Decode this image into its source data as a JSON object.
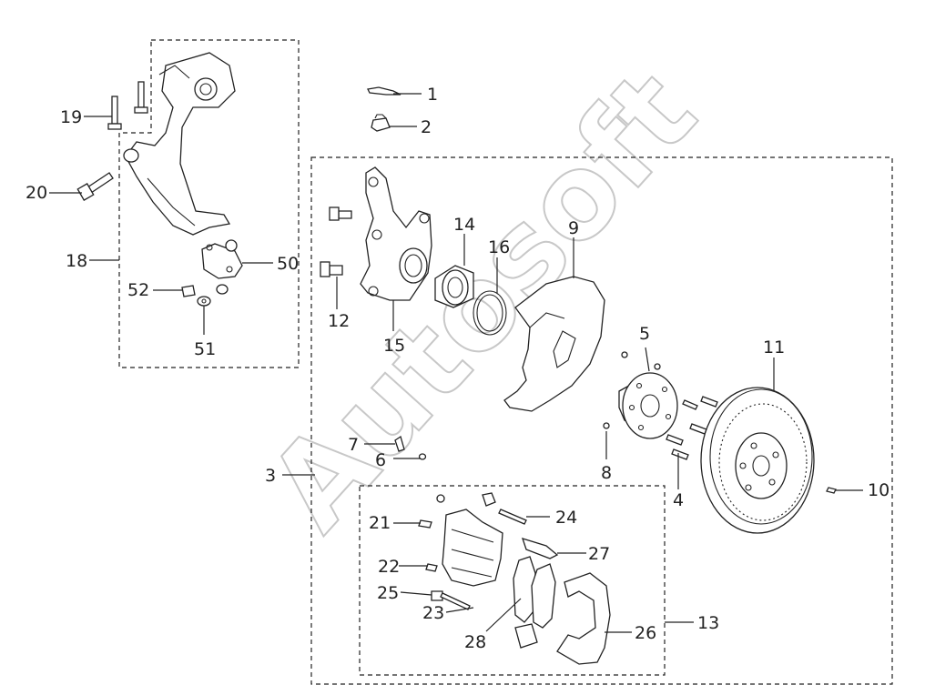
{
  "watermark": "Autosoft",
  "callouts": {
    "c1": "1",
    "c2": "2",
    "c3": "3",
    "c4": "4",
    "c5": "5",
    "c6": "6",
    "c7": "7",
    "c8": "8",
    "c9": "9",
    "c10": "10",
    "c11": "11",
    "c12": "12",
    "c13": "13",
    "c14": "14",
    "c15": "15",
    "c16": "16",
    "c18": "18",
    "c19": "19",
    "c20": "20",
    "c21": "21",
    "c22": "22",
    "c23": "23",
    "c24": "24",
    "c25": "25",
    "c26": "26",
    "c27": "27",
    "c28": "28",
    "c50": "50",
    "c51": "51",
    "c52": "52"
  }
}
